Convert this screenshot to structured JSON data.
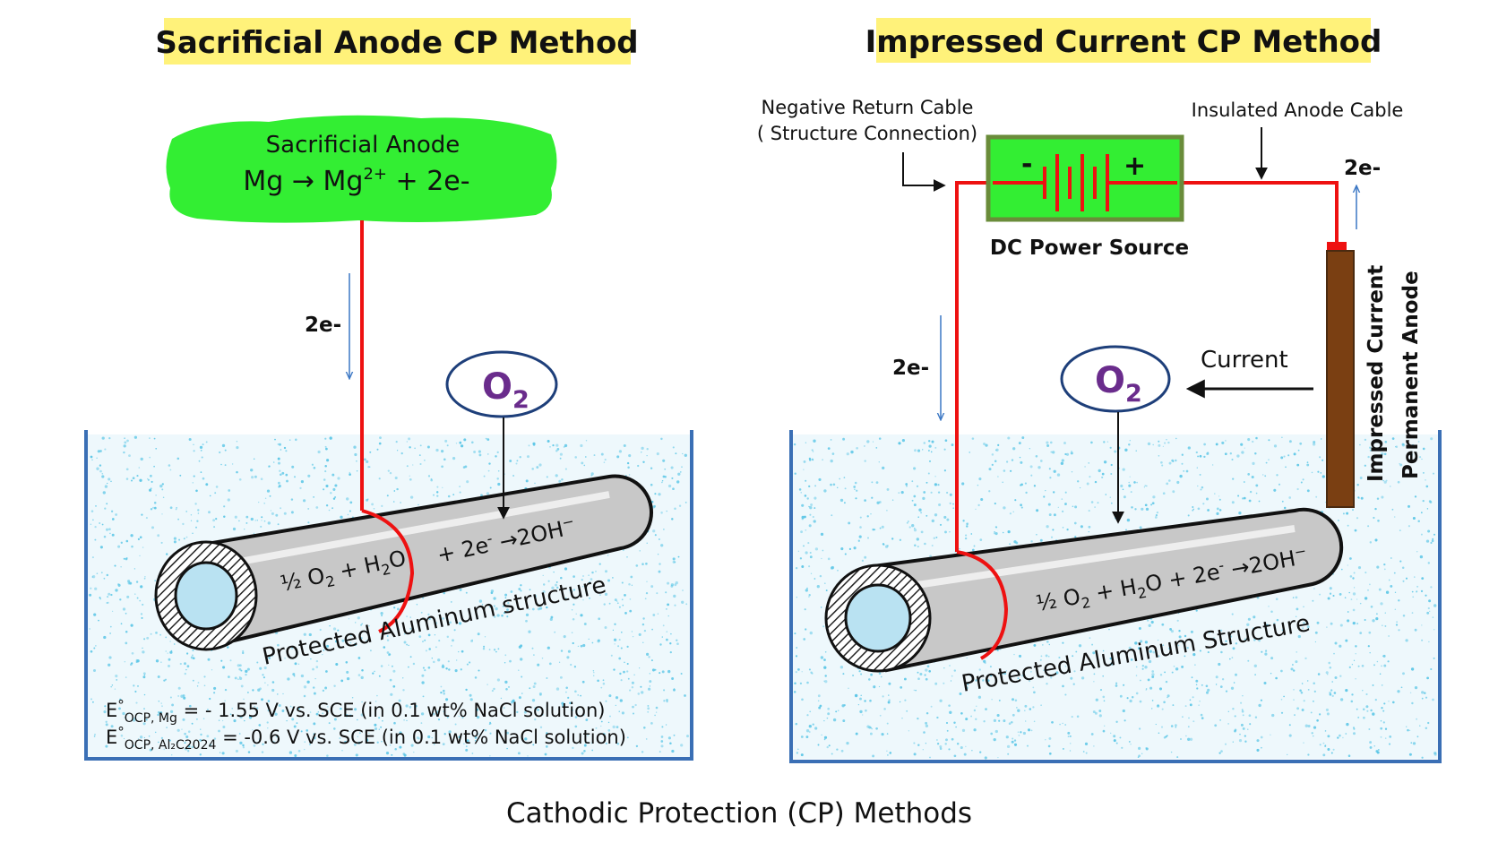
{
  "colors": {
    "title_highlight": "#fff27a",
    "anode_green": "#33ee33",
    "wire_red": "#ee1111",
    "tank_blue": "#3a6fb5",
    "water_speckle": "#5bc6e6",
    "pipe_fill": "#c8c8c8",
    "pipe_bore": "#b9e2f2",
    "o2_text": "#6a2c8c",
    "o2_border": "#1e3f7a",
    "anode_rod": "#7a3f12",
    "electron_arrow": "#3b77c4"
  },
  "left": {
    "title": "Sacrificial Anode CP Method",
    "anode_label": "Sacrificial Anode",
    "anode_reaction": {
      "base": "Mg → Mg",
      "sup": "2+",
      "tail": " + 2e-"
    },
    "electron_label": "2e-",
    "o2": {
      "main": "O",
      "sub": "2"
    },
    "reaction_left": {
      "a": "½ O",
      "a_sub": "2",
      "b": " + H",
      "b_sub": "2",
      "c": "O"
    },
    "reaction_right": {
      "a": "+ 2e",
      "a_sup": "-",
      "b": " →2OH",
      "b_sup": "−"
    },
    "structure_label": "Protected  Aluminum  structure",
    "potential_1": {
      "e": "E",
      "deg": "°",
      "sub": "OCP, Mg",
      "rest": "  =   - 1.55 V vs. SCE  (in 0.1 wt% NaCl solution)"
    },
    "potential_2": {
      "e": "E",
      "deg": "°",
      "sub": "OCP, Al₂C2024",
      "rest": "  =   -0.6 V vs. SCE  (in 0.1 wt% NaCl solution)"
    }
  },
  "right": {
    "title": "Impressed Current CP Method",
    "negative_cable_label_1": "Negative Return Cable",
    "negative_cable_label_2": "( Structure Connection)",
    "insulated_cable_label": "Insulated Anode  Cable",
    "battery_minus": "-",
    "battery_plus": "+",
    "power_source_label": "DC Power Source",
    "electron_label_top": "2e-",
    "electron_label_left": "2e-",
    "current_label": "Current",
    "o2": {
      "main": "O",
      "sub": "2"
    },
    "anode_label_1": "Impressed Current",
    "anode_label_2": "Permanent Anode",
    "reaction": {
      "a": "½ O",
      "a_sub": "2",
      "b": " + H",
      "b_sub": "2",
      "c": "O + 2e",
      "c_sup": "-",
      "d": " →2OH",
      "d_sup": "−"
    },
    "structure_label": "Protected  Aluminum  Structure"
  },
  "caption": "Cathodic Protection (CP) Methods"
}
